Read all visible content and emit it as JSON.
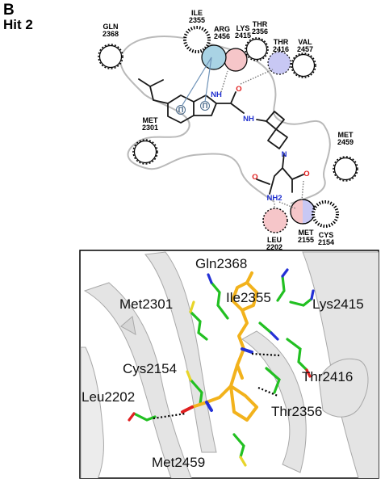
{
  "panel_letter": "B",
  "hit_label": "Hit 2",
  "interaction_map": {
    "residues": [
      {
        "id": "gln2368",
        "name": "GLN",
        "number": "2368"
      },
      {
        "id": "ile2355",
        "name": "ILE",
        "number": "2355"
      },
      {
        "id": "arg2456",
        "name": "ARG",
        "number": "2456"
      },
      {
        "id": "lys2415",
        "name": "LYS",
        "number": "2415"
      },
      {
        "id": "thr2356",
        "name": "THR",
        "number": "2356"
      },
      {
        "id": "thr2416",
        "name": "THR",
        "number": "2416"
      },
      {
        "id": "val2457",
        "name": "VAL",
        "number": "2457"
      },
      {
        "id": "met2301",
        "name": "MET",
        "number": "2301"
      },
      {
        "id": "met2459",
        "name": "MET",
        "number": "2459"
      },
      {
        "id": "leu2202",
        "name": "LEU",
        "number": "2202"
      },
      {
        "id": "met2155",
        "name": "MET",
        "number": "2155"
      },
      {
        "id": "cys2154",
        "name": "CYS",
        "number": "2154"
      }
    ],
    "atoms": {
      "nh": "NH",
      "n": "N",
      "o": "O",
      "nh2": "NH2",
      "pi": "Π"
    },
    "colors": {
      "hydrophobic": "#a9d3e4",
      "hbond_acceptor": "#f6c6c9",
      "hbond_donor": "#c8c8f4",
      "ligand": "#1a1a1a",
      "nitrogen": "#1f2fcf",
      "oxygen": "#e11919",
      "pocket": "#b9b9b9"
    }
  },
  "structure_view": {
    "labels": [
      "Gln2368",
      "Met2301",
      "Ile2355",
      "Lys2415",
      "Cys2154",
      "Thr2416",
      "Leu2202",
      "Thr2356",
      "Met2459"
    ],
    "colors": {
      "ribbon": "#e4e4e4",
      "carbon_protein": "#22c022",
      "carbon_ligand": "#f2b21c",
      "nitrogen": "#2330d6",
      "oxygen": "#e02020",
      "sulfur": "#e8d52a"
    }
  }
}
